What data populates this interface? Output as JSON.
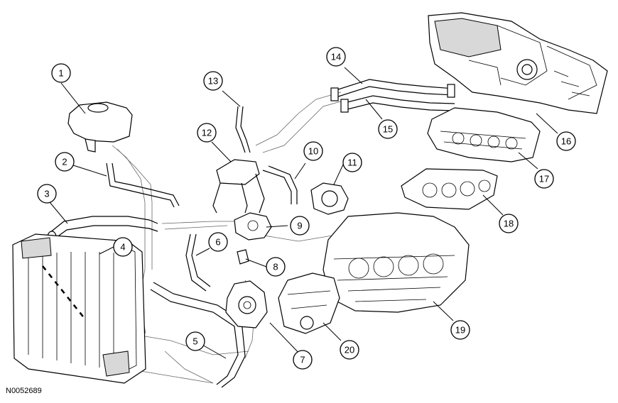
{
  "diagram": {
    "drawing_id": "N0052689",
    "callouts": [
      {
        "num": "1",
        "icon": "coolant-degas-bottle-icon"
      },
      {
        "num": "2",
        "icon": "degas-hose-icon"
      },
      {
        "num": "3",
        "icon": "upper-radiator-hose-icon"
      },
      {
        "num": "4",
        "icon": "radiator-icon"
      },
      {
        "num": "5",
        "icon": "lower-radiator-hose-icon"
      },
      {
        "num": "6",
        "icon": "bypass-hose-icon"
      },
      {
        "num": "7",
        "icon": "water-pump-icon"
      },
      {
        "num": "8",
        "icon": "gasket-icon"
      },
      {
        "num": "9",
        "icon": "thermostat-housing-icon"
      },
      {
        "num": "10",
        "icon": "throttle-body-hose-icon"
      },
      {
        "num": "11",
        "icon": "throttle-body-icon"
      },
      {
        "num": "12",
        "icon": "coolant-crossover-icon"
      },
      {
        "num": "13",
        "icon": "vent-tube-icon"
      },
      {
        "num": "14",
        "icon": "heater-supply-hose-icon"
      },
      {
        "num": "15",
        "icon": "heater-return-hose-icon"
      },
      {
        "num": "16",
        "icon": "heater-core-housing-icon"
      },
      {
        "num": "17",
        "icon": "cylinder-head-icon"
      },
      {
        "num": "18",
        "icon": "head-gasket-icon"
      },
      {
        "num": "19",
        "icon": "engine-block-icon"
      },
      {
        "num": "20",
        "icon": "front-cover-icon"
      }
    ]
  }
}
